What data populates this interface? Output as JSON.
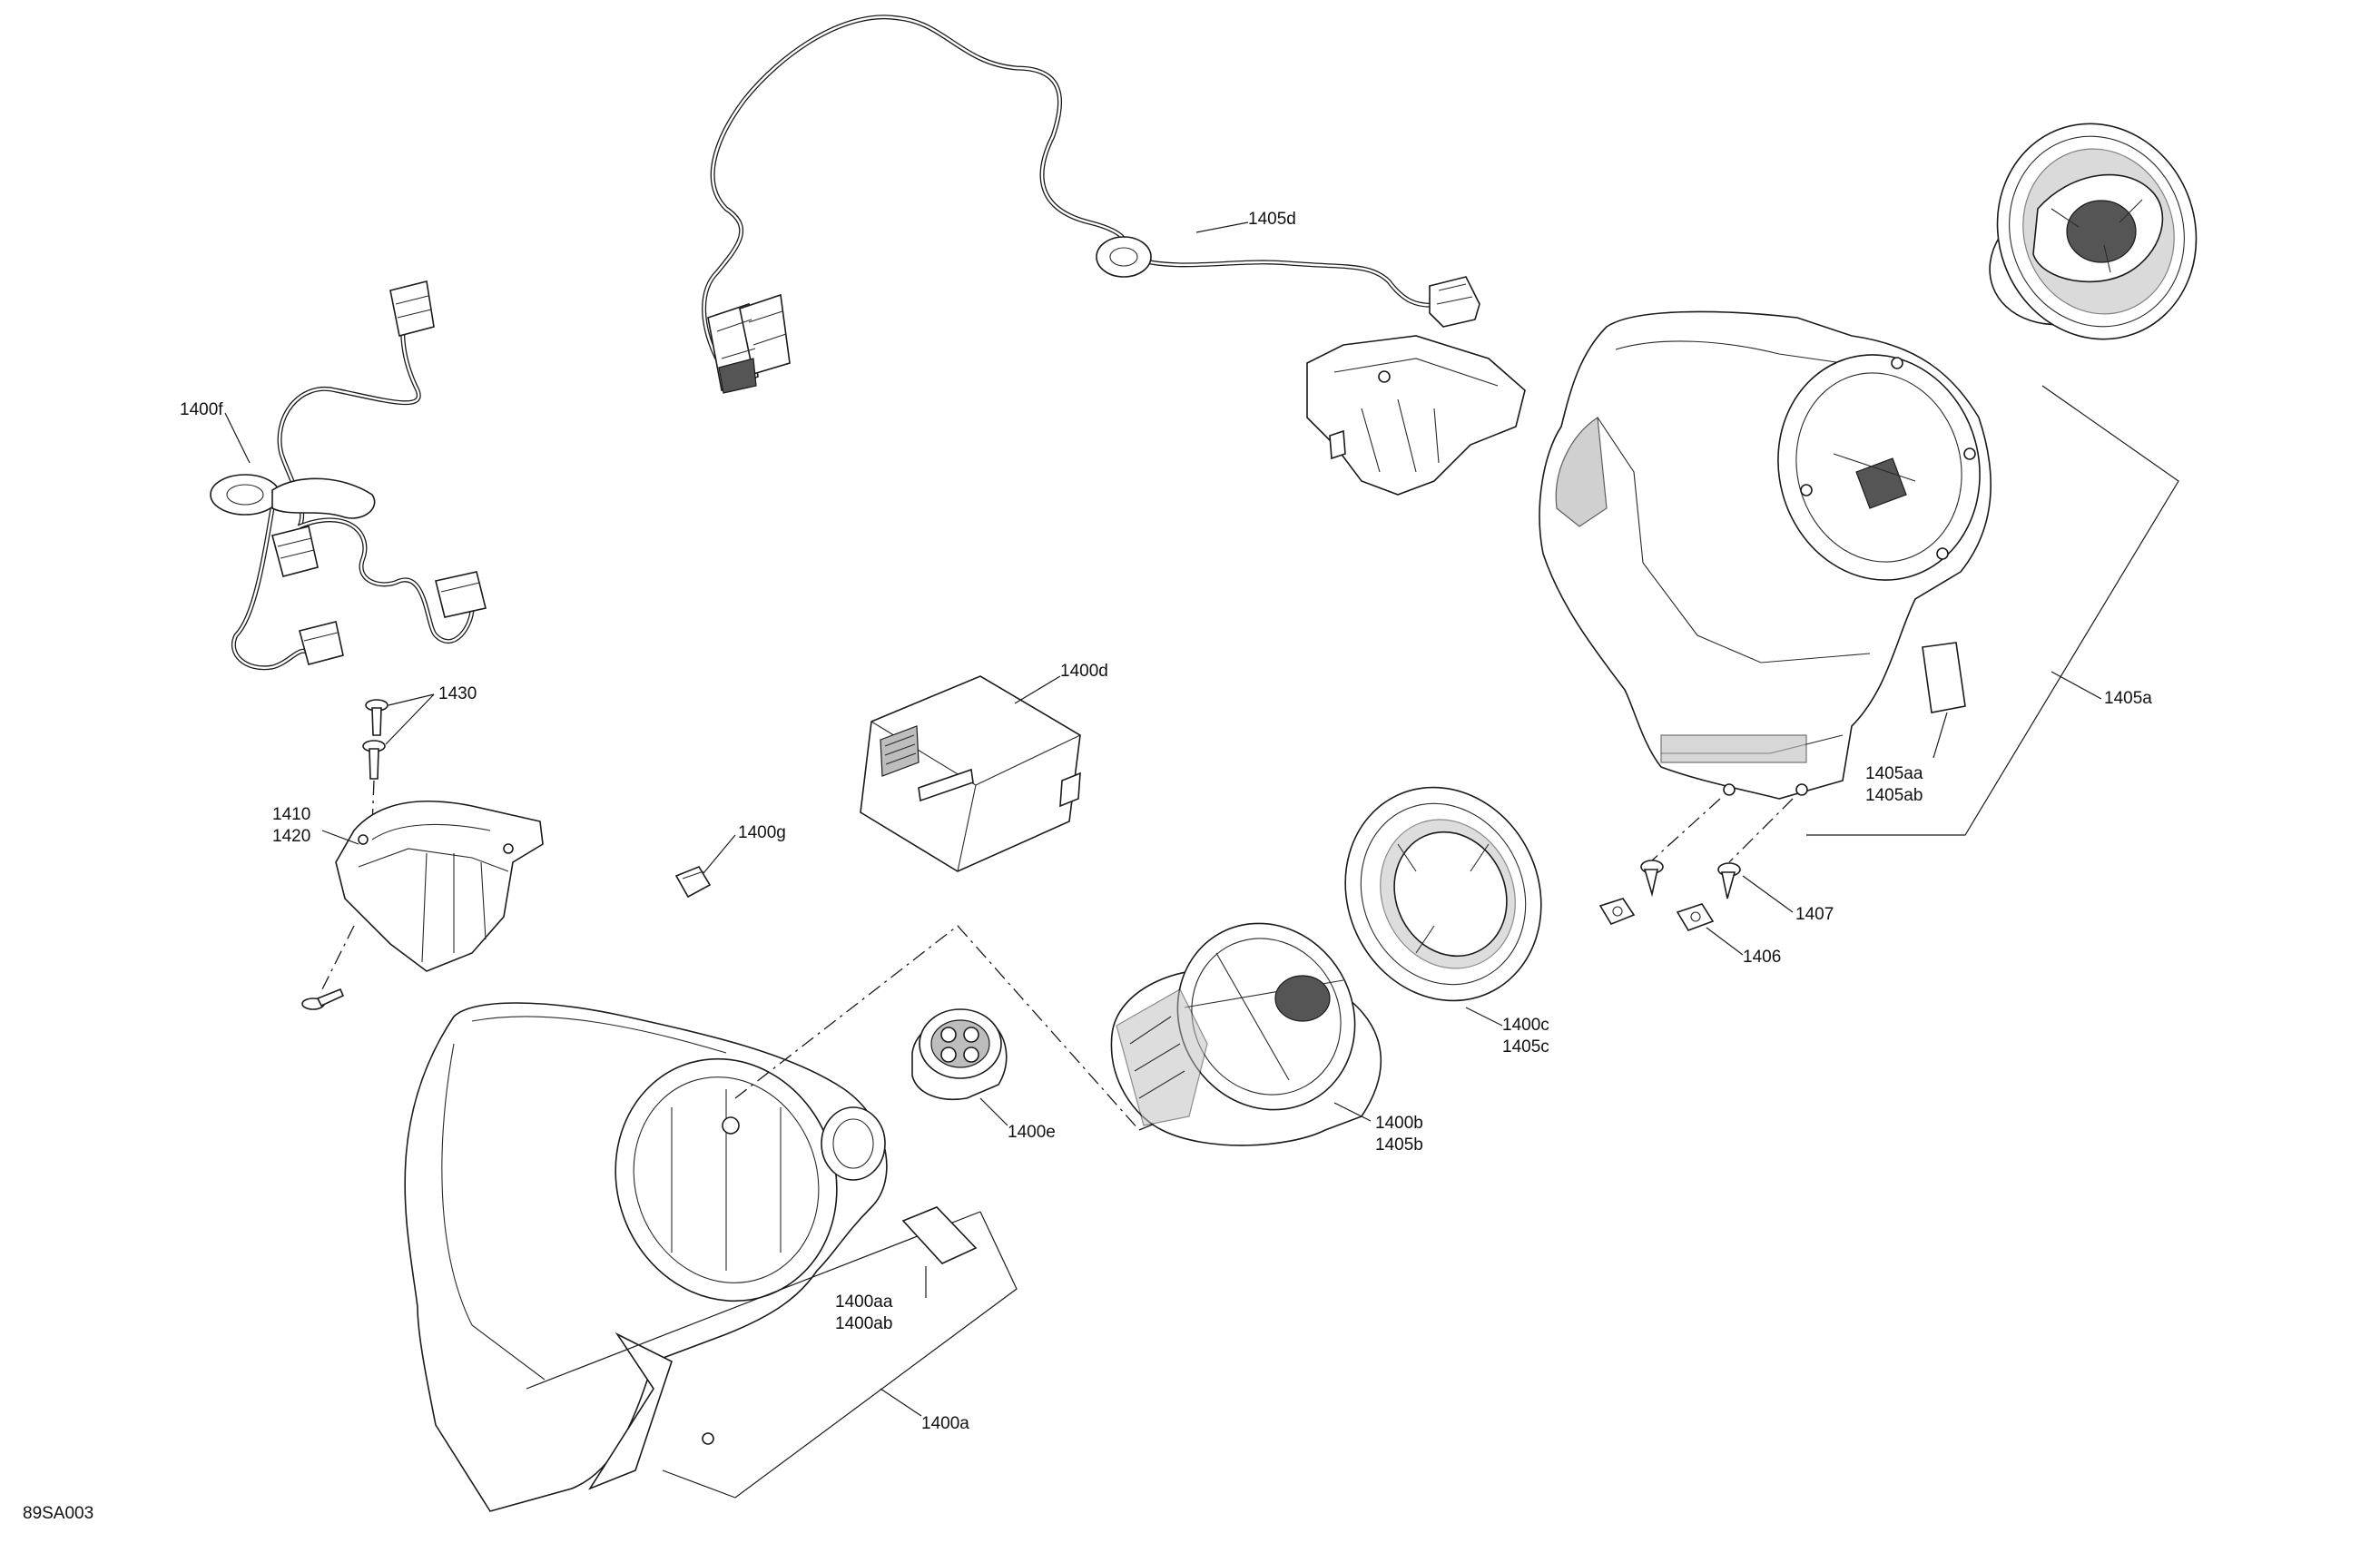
{
  "drawing_id": "89SA003",
  "callouts": {
    "c1400f": "1400f",
    "c1405d": "1405d",
    "c1430": "1430",
    "c1410": "1410",
    "c1420": "1420",
    "c1400d": "1400d",
    "c1400g": "1400g",
    "c1405a": "1405a",
    "c1405aa": "1405aa",
    "c1405ab": "1405ab",
    "c1407": "1407",
    "c1406": "1406",
    "c1400c": "1400c",
    "c1405c": "1405c",
    "c1400b": "1400b",
    "c1405b": "1405b",
    "c1400e": "1400e",
    "c1400aa": "1400aa",
    "c1400ab": "1400ab",
    "c1400a": "1400a"
  }
}
